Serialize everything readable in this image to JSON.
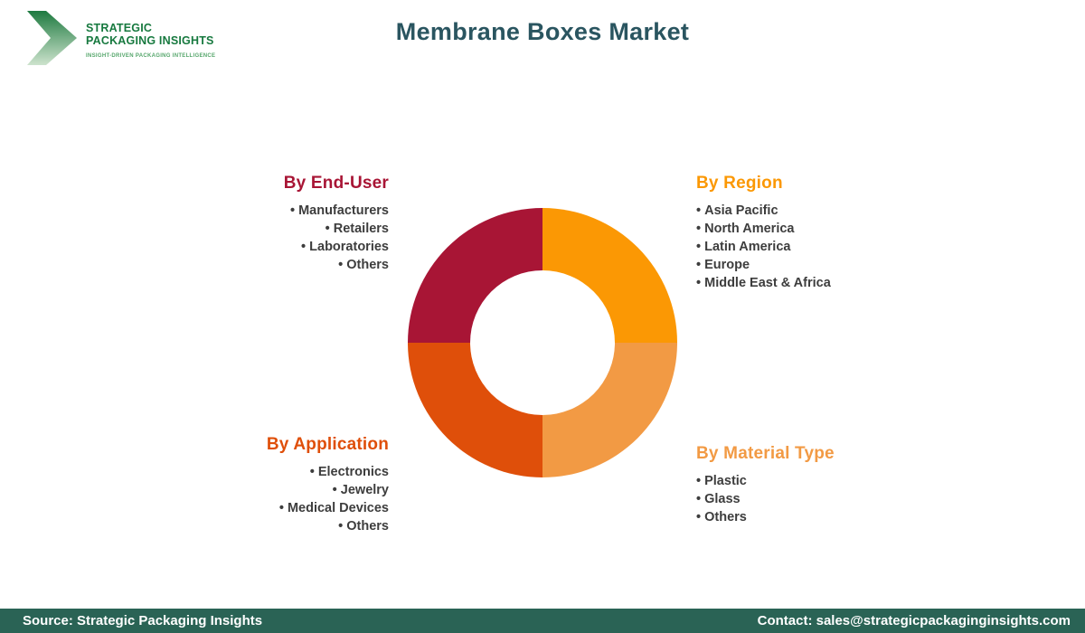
{
  "header": {
    "logo": {
      "line1": "STRATEGIC",
      "line2": "PACKAGING INSIGHTS",
      "tagline": "INSIGHT-DRIVEN PACKAGING INTELLIGENCE"
    },
    "title": "Membrane Boxes Market"
  },
  "chart_data": {
    "type": "pie",
    "title": "Membrane Boxes Market",
    "donut": true,
    "hole_ratio": 0.54,
    "categories": [
      "By Region",
      "By Material Type",
      "By Application",
      "By End-User"
    ],
    "values": [
      25,
      25,
      25,
      25
    ],
    "colors": [
      "#FB9804",
      "#F29A44",
      "#DF4F0A",
      "#A81535"
    ],
    "legend_position": "around-chart"
  },
  "segments": [
    {
      "heading": "By End-User",
      "color": "#A81535",
      "items": [
        "Manufacturers",
        "Retailers",
        "Laboratories",
        "Others"
      ]
    },
    {
      "heading": "By Region",
      "color": "#FB9804",
      "items": [
        "Asia Pacific",
        "North America",
        "Latin America",
        "Europe",
        "Middle East & Africa"
      ]
    },
    {
      "heading": "By Application",
      "color": "#DF4F0A",
      "items": [
        "Electronics",
        "Jewelry",
        "Medical Devices",
        "Others"
      ]
    },
    {
      "heading": "By Material Type",
      "color": "#F29A44",
      "items": [
        "Plastic",
        "Glass",
        "Others"
      ]
    }
  ],
  "footer": {
    "source": "Source: Strategic Packaging Insights",
    "contact": "Contact: sales@strategicpackaginginsights.com"
  }
}
